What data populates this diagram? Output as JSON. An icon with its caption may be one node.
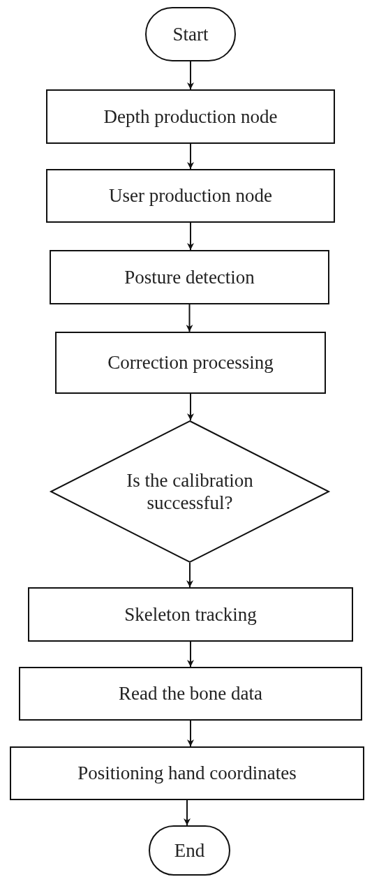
{
  "diagram": {
    "nodes": [
      {
        "text": [
          "Start"
        ]
      },
      {
        "text": [
          "Depth production node"
        ]
      },
      {
        "text": [
          "User production node"
        ]
      },
      {
        "text": [
          "Posture detection"
        ]
      },
      {
        "text": [
          "Correction processing"
        ]
      },
      {
        "text": [
          "Is the calibration successful?"
        ]
      },
      {
        "text": [
          "Skeleton tracking"
        ]
      },
      {
        "text": [
          "Read the bone data"
        ]
      },
      {
        "text": [
          "Positioning hand coordinates"
        ]
      },
      {
        "text": [
          "End"
        ]
      }
    ],
    "edges": [
      {
        "from": 0,
        "to": 1,
        "arrow": "to"
      },
      {
        "from": 1,
        "to": 2,
        "arrow": "to"
      },
      {
        "from": 2,
        "to": 3,
        "arrow": "to"
      },
      {
        "from": 3,
        "to": 4,
        "arrow": "to"
      },
      {
        "from": 4,
        "to": 5,
        "arrow": "to"
      },
      {
        "from": 5,
        "to": 6,
        "arrow": "to"
      },
      {
        "from": 6,
        "to": 7,
        "arrow": "to"
      },
      {
        "from": 7,
        "to": 8,
        "arrow": "to"
      },
      {
        "from": 8,
        "to": 9,
        "arrow": "to"
      }
    ]
  }
}
